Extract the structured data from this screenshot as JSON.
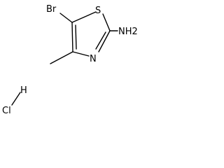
{
  "molecule": {
    "atoms": {
      "bromine": "Br",
      "sulfur": "S",
      "amine": "NH2",
      "nitrogen": "N"
    },
    "salt": {
      "chlorine": "Cl",
      "hydrogen": "H"
    }
  },
  "colors": {
    "ink": "#000000",
    "background": "#ffffff"
  }
}
